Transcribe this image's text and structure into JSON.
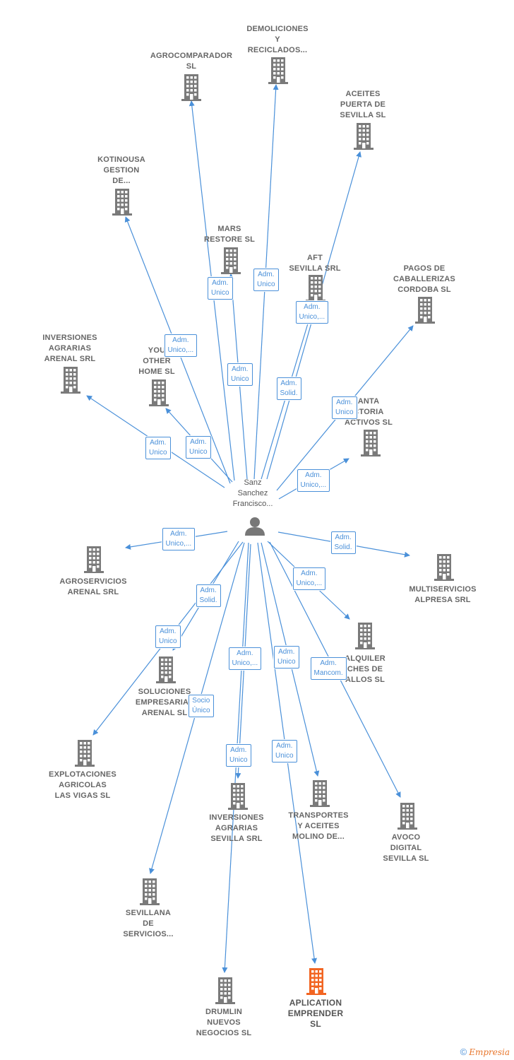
{
  "colors": {
    "edge": "#4a90d9",
    "building": "#7a7a7a",
    "building_highlight": "#f26522",
    "person": "#777777"
  },
  "person": {
    "label": "Sanz\nSanchez\nFrancisco...",
    "icon": "person-icon"
  },
  "companies": [
    {
      "id": "agrocomparador",
      "label": "AGROCOMPARADOR\nSL",
      "highlight": false
    },
    {
      "id": "demoliciones",
      "label": "DEMOLICIONES\nY\nRECICLADOS...",
      "highlight": false
    },
    {
      "id": "aceites-puerta",
      "label": "ACEITES\nPUERTA DE\nSEVILLA  SL",
      "highlight": false
    },
    {
      "id": "kotinousa",
      "label": "KOTINOUSA\nGESTION\nDE...",
      "highlight": false
    },
    {
      "id": "mars-restore",
      "label": "MARS\nRESTORE SL",
      "highlight": false
    },
    {
      "id": "aft-sevilla",
      "label": "AFT\nSEVILLA SRL",
      "highlight": false
    },
    {
      "id": "pagos-caballerizas",
      "label": "PAGOS DE\nCABALLERIZAS\nCORDOBA SL",
      "highlight": false
    },
    {
      "id": "inversiones-arenal",
      "label": "INVERSIONES\nAGRARIAS\nARENAL SRL",
      "highlight": false
    },
    {
      "id": "your-other-home",
      "label": "YOU\nOTHER\nHOME  SL",
      "highlight": false
    },
    {
      "id": "planta-factoria",
      "label": "ANTA\nCTORIA\nACTIVOS  SL",
      "highlight": false
    },
    {
      "id": "agroservicios",
      "label": "AGROSERVICIOS\nARENAL SRL",
      "highlight": false
    },
    {
      "id": "multiservicios",
      "label": "MULTISERVICIOS\nALPRESA SRL",
      "highlight": false
    },
    {
      "id": "alquiler-coches",
      "label": "ALQUILER\nCHES DE\nALLOS  SL",
      "highlight": false
    },
    {
      "id": "soluciones",
      "label": "SOLUCIONES\nEMPRESARIAL\nARENAL  SL",
      "highlight": false
    },
    {
      "id": "explotaciones",
      "label": "EXPLOTACIONES\nAGRICOLAS\nLAS VIGAS SL",
      "highlight": false
    },
    {
      "id": "inversiones-sevilla",
      "label": "INVERSIONES\nAGRARIAS\nSEVILLA SRL",
      "highlight": false
    },
    {
      "id": "transportes",
      "label": "TRANSPORTES\nY ACEITES\nMOLINO DE...",
      "highlight": false
    },
    {
      "id": "avoco",
      "label": "AVOCO\nDIGITAL\nSEVILLA  SL",
      "highlight": false
    },
    {
      "id": "sevillana",
      "label": "SEVILLANA\nDE\nSERVICIOS...",
      "highlight": false
    },
    {
      "id": "drumlin",
      "label": "DRUMLIN\nNUEVOS\nNEGOCIOS  SL",
      "highlight": false
    },
    {
      "id": "aplication",
      "label": "APLICATION\nEMPRENDER\nSL",
      "highlight": true
    }
  ],
  "relations": [
    {
      "to": "agrocomparador",
      "label": "Adm.\nUnico"
    },
    {
      "to": "demoliciones",
      "label": "Adm.\nUnico"
    },
    {
      "to": "aceites-puerta",
      "label": "Adm.\nSolid."
    },
    {
      "to": "kotinousa",
      "label": "Adm.\nUnico,..."
    },
    {
      "to": "mars-restore",
      "label": "Adm.\nUnico"
    },
    {
      "to": "aft-sevilla",
      "label": "Adm.\nUnico,..."
    },
    {
      "to": "pagos-caballerizas",
      "label": "Adm.\nUnico"
    },
    {
      "to": "inversiones-arenal",
      "label": "Adm.\nUnico"
    },
    {
      "to": "your-other-home",
      "label": "Adm.\nUnico"
    },
    {
      "to": "planta-factoria",
      "label": "Adm.\nUnico,..."
    },
    {
      "to": "agroservicios",
      "label": "Adm.\nUnico,..."
    },
    {
      "to": "multiservicios",
      "label": "Adm.\nSolid."
    },
    {
      "to": "alquiler-coches",
      "label": "Adm.\nUnico,..."
    },
    {
      "to": "soluciones",
      "label": "Adm.\nUnico"
    },
    {
      "to": "explotaciones",
      "label": "Adm.\nSolid."
    },
    {
      "to": "inversiones-sevilla",
      "label": "Adm.\nUnico,..."
    },
    {
      "to": "transportes",
      "label": "Adm.\nUnico"
    },
    {
      "to": "avoco",
      "label": "Adm.\nMancom."
    },
    {
      "to": "sevillana",
      "label": "Socio\nÚnico"
    },
    {
      "to": "drumlin",
      "label": "Adm.\nUnico"
    },
    {
      "to": "aplication",
      "label": "Adm.\nUnico"
    }
  ],
  "footer": {
    "copyright": "©",
    "brand": "Empresia"
  }
}
